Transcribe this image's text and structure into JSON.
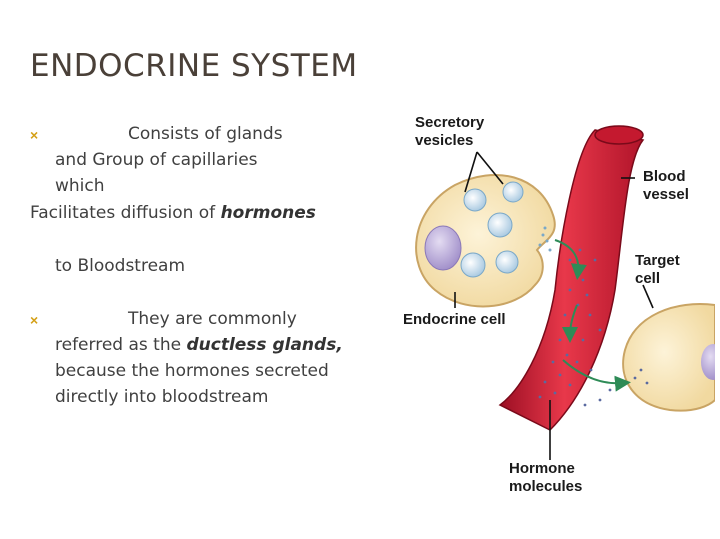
{
  "slide": {
    "title": "ENDOCRINE SYSTEM",
    "bullet_marker": "×",
    "bullet1": {
      "line1": "Consists of glands",
      "line2": "and  Group of capillaries",
      "line3": "which",
      "line4_prefix": "Facilitates diffusion of ",
      "line4_emphasis": "hormones",
      "line5": "to  Bloodstream"
    },
    "bullet2": {
      "line1": "They are commonly",
      "line2_prefix": "referred as the  ",
      "line2_emphasis": "ductless glands,",
      "line3": "because the  hormones secreted",
      "line4": "directly into  bloodstream"
    }
  },
  "diagram": {
    "labels": {
      "secretory_vesicles_1": "Secretory",
      "secretory_vesicles_2": "vesicles",
      "blood_vessel_1": "Blood",
      "blood_vessel_2": "vessel",
      "target_cell_1": "Target",
      "target_cell_2": "cell",
      "endocrine_cell": "Endocrine cell",
      "hormone_molecules_1": "Hormone",
      "hormone_molecules_2": "molecules"
    },
    "colors": {
      "cell_fill": "#f7e7bf",
      "cell_stroke": "#d9b77a",
      "nucleus": "#b8a8d8",
      "vessel_dark": "#b0142a",
      "vessel_light": "#e8384a",
      "vesicle": "#a8c8e0",
      "arrow": "#2e8b57"
    }
  }
}
